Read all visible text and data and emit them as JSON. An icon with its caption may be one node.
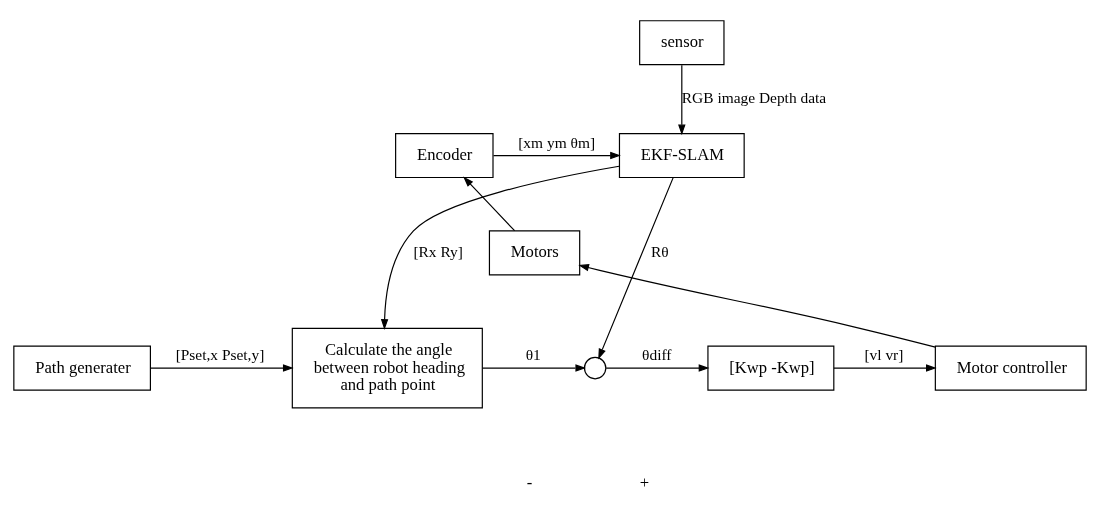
{
  "diagram": {
    "nodes": [
      {
        "text": [
          "sensor"
        ]
      },
      {
        "text": [
          "EKF-SLAM"
        ]
      },
      {
        "text": [
          "Encoder"
        ]
      },
      {
        "text": [
          "Motors"
        ]
      },
      {
        "text": [
          "Motor controller"
        ]
      },
      {
        "text": [
          "Path generater"
        ]
      },
      {
        "text": [
          "Calculate the angle between robot heading and path point"
        ]
      },
      {
        "text": [],
        "shape": "circle"
      },
      {
        "text": [
          "[Kwp -Kwp]"
        ]
      }
    ],
    "edges": [
      {
        "from": 0,
        "to": 1,
        "arrow": "to",
        "label": "RGB image Depth data"
      },
      {
        "from": 2,
        "to": 1,
        "arrow": "to",
        "label": "[xm ym θm]"
      },
      {
        "from": 1,
        "to": 6,
        "arrow": "to",
        "label": "[Rx Ry]"
      },
      {
        "from": 1,
        "to": 7,
        "arrow": "to",
        "label": "Rθ"
      },
      {
        "from": 5,
        "to": 6,
        "arrow": "to",
        "label": "[Pset,x Pset,y]"
      },
      {
        "from": 6,
        "to": 7,
        "arrow": "to",
        "label": "θ1"
      },
      {
        "from": 7,
        "to": 8,
        "arrow": "to",
        "label": "θdiff"
      },
      {
        "from": 8,
        "to": 4,
        "arrow": "to",
        "label": "[vl vr]"
      },
      {
        "from": 4,
        "to": 3,
        "arrow": "to"
      },
      {
        "from": 3,
        "to": 2,
        "arrow": "to"
      }
    ],
    "labels": [
      "-",
      "+"
    ]
  }
}
